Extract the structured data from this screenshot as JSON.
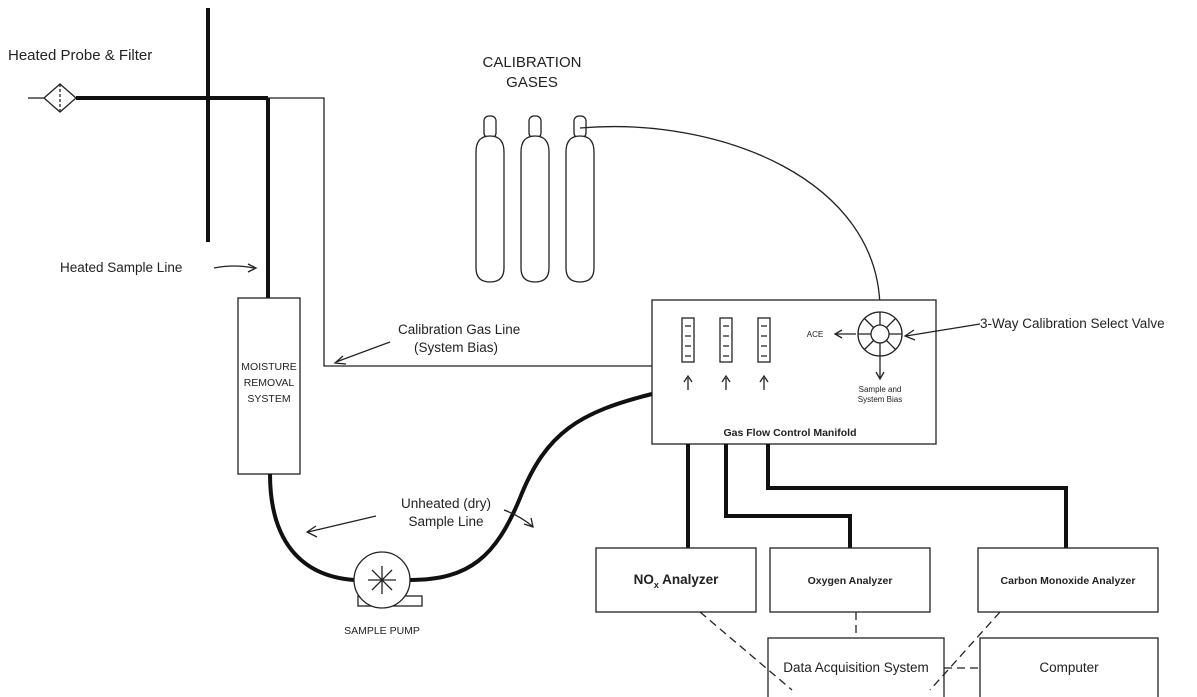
{
  "labels": {
    "heated_probe": "Heated Probe & Filter",
    "calibration_gases_line1": "CALIBRATION",
    "calibration_gases_line2": "GASES",
    "heated_sample_line": "Heated Sample Line",
    "cal_gas_line_1": "Calibration Gas Line",
    "cal_gas_line_2": "(System Bias)",
    "three_way_valve": "3-Way Calibration Select Valve",
    "ace": "ACE",
    "sample_bias_1": "Sample and",
    "sample_bias_2": "System Bias",
    "manifold": "Gas Flow Control Manifold",
    "moisture_1": "MOISTURE",
    "moisture_2": "REMOVAL",
    "moisture_3": "SYSTEM",
    "unheated_1": "Unheated (dry)",
    "unheated_2": "Sample Line",
    "sample_pump": "SAMPLE PUMP",
    "nox_main": "NO",
    "nox_sub": "x",
    "nox_rest": " Analyzer",
    "oxygen": "Oxygen Analyzer",
    "co": "Carbon Monoxide Analyzer",
    "das": "Data Acquisition System",
    "computer": "Computer"
  }
}
